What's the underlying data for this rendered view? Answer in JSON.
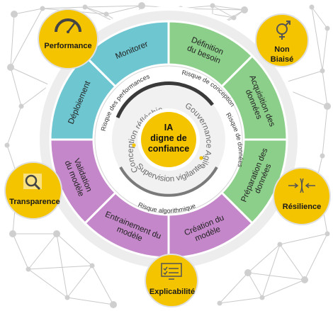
{
  "center": {
    "line1": "IA",
    "line2": "digne de",
    "line3": "confiance"
  },
  "segments": [
    {
      "id": "definition-du-besoin",
      "lines": [
        "Définition",
        "du besoin"
      ],
      "color": "#8ccf8a"
    },
    {
      "id": "acquisition-des-donnees",
      "lines": [
        "Acquisition des",
        "données"
      ],
      "color": "#8ccf8a"
    },
    {
      "id": "preparation-des-donnees",
      "lines": [
        "Préparation des",
        "données"
      ],
      "color": "#8ccf8a"
    },
    {
      "id": "creation-du-modele",
      "lines": [
        "Création du",
        "modèle"
      ],
      "color": "#c487c9"
    },
    {
      "id": "entrainement-du-modele",
      "lines": [
        "Entrainement du",
        "modèle"
      ],
      "color": "#c487c9"
    },
    {
      "id": "validation-du-modele",
      "lines": [
        "Validation",
        "du modèle"
      ],
      "color": "#c487c9"
    },
    {
      "id": "deploiement",
      "lines": [
        "Déploiement"
      ],
      "color": "#6ec6d1"
    },
    {
      "id": "monitorer",
      "lines": [
        "Monitorer"
      ],
      "color": "#6ec6d1"
    }
  ],
  "risks": {
    "conception": "Risque de conception",
    "donnees": "Risque de données",
    "algorithmique": "Risque algorithmique",
    "performances": "Risque des performances"
  },
  "inner": {
    "conception": "Conception réfléchie",
    "gouvernance": "Gouvernance Agile",
    "supervision": "Supervision vigilante"
  },
  "properties": {
    "performance": "Performance",
    "non_biaise_1": "Non",
    "non_biaise_2": "Biaisé",
    "transparence": "Transparence",
    "resilience": "Résilience",
    "explicabilite": "Explicabilité"
  },
  "colors": {
    "accent": "#f5c400",
    "green": "#8ccf8a",
    "purple": "#c487c9",
    "teal": "#6ec6d1"
  }
}
